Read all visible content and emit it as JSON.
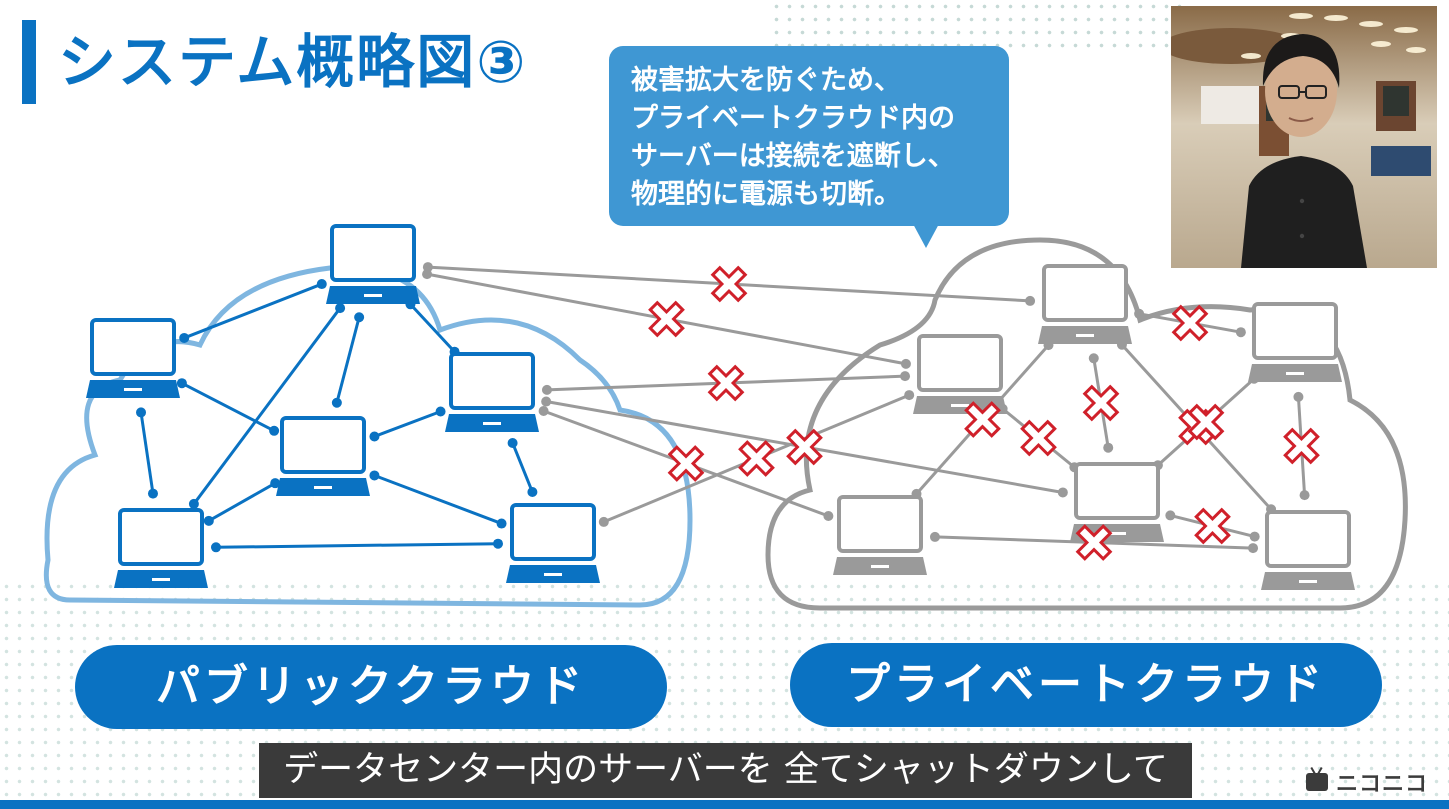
{
  "slide": {
    "title": "システム概略図③",
    "callout": {
      "lines": [
        "被害拡大を防ぐため、",
        "プライベートクラウド内の",
        "サーバーは接続を遮断し、",
        "物理的に電源も切断。"
      ]
    },
    "clouds": {
      "public": {
        "label": "パブリッククラウド",
        "color": "#0a72c2",
        "outline_color": "#7fb6e0"
      },
      "private": {
        "label": "プライベートクラウド",
        "color": "#9a9a9a",
        "outline_color": "#9a9a9a"
      }
    },
    "cut_marker_color": "#d0202a",
    "nodes": {
      "public": [
        {
          "id": "pA"
        },
        {
          "id": "pB"
        },
        {
          "id": "pC"
        },
        {
          "id": "pD"
        },
        {
          "id": "pE"
        },
        {
          "id": "pF"
        }
      ],
      "private": [
        {
          "id": "qA"
        },
        {
          "id": "qB"
        },
        {
          "id": "qC"
        },
        {
          "id": "qD"
        },
        {
          "id": "qE"
        },
        {
          "id": "qF"
        }
      ]
    },
    "links": [
      {
        "from": "pA",
        "to": "pB",
        "cut": false
      },
      {
        "from": "pA",
        "to": "pE",
        "cut": false
      },
      {
        "from": "pA",
        "to": "pC",
        "cut": false
      },
      {
        "from": "pA",
        "to": "pD",
        "cut": false
      },
      {
        "from": "pB",
        "to": "pE",
        "cut": false
      },
      {
        "from": "pB",
        "to": "pC",
        "cut": false
      },
      {
        "from": "pD",
        "to": "pC",
        "cut": false
      },
      {
        "from": "pD",
        "to": "pF",
        "cut": false
      },
      {
        "from": "pC",
        "to": "pE",
        "cut": false
      },
      {
        "from": "pC",
        "to": "pF",
        "cut": false
      },
      {
        "from": "pE",
        "to": "pF",
        "cut": false
      },
      {
        "from": "pA",
        "to": "qA",
        "cut": true
      },
      {
        "from": "pA",
        "to": "qB",
        "cut": true
      },
      {
        "from": "pD",
        "to": "qB",
        "cut": true
      },
      {
        "from": "pD",
        "to": "qD",
        "cut": true
      },
      {
        "from": "pD",
        "to": "qE",
        "cut": true
      },
      {
        "from": "pF",
        "to": "qB",
        "cut": true
      },
      {
        "from": "qA",
        "to": "qC",
        "cut": true
      },
      {
        "from": "qA",
        "to": "qD",
        "cut": true
      },
      {
        "from": "qA",
        "to": "qE",
        "cut": true
      },
      {
        "from": "qA",
        "to": "qF",
        "cut": true
      },
      {
        "from": "qB",
        "to": "qD",
        "cut": true
      },
      {
        "from": "qC",
        "to": "qD",
        "cut": true
      },
      {
        "from": "qC",
        "to": "qF",
        "cut": true
      },
      {
        "from": "qD",
        "to": "qF",
        "cut": true
      },
      {
        "from": "qE",
        "to": "qF",
        "cut": true
      }
    ]
  },
  "subtitle": "データセンター内のサーバーを 全てシャットダウンして",
  "branding": {
    "logo_text": "ニコニコ",
    "logo_icon": "tv-icon"
  },
  "webcam": {
    "description": "presenter-video"
  }
}
